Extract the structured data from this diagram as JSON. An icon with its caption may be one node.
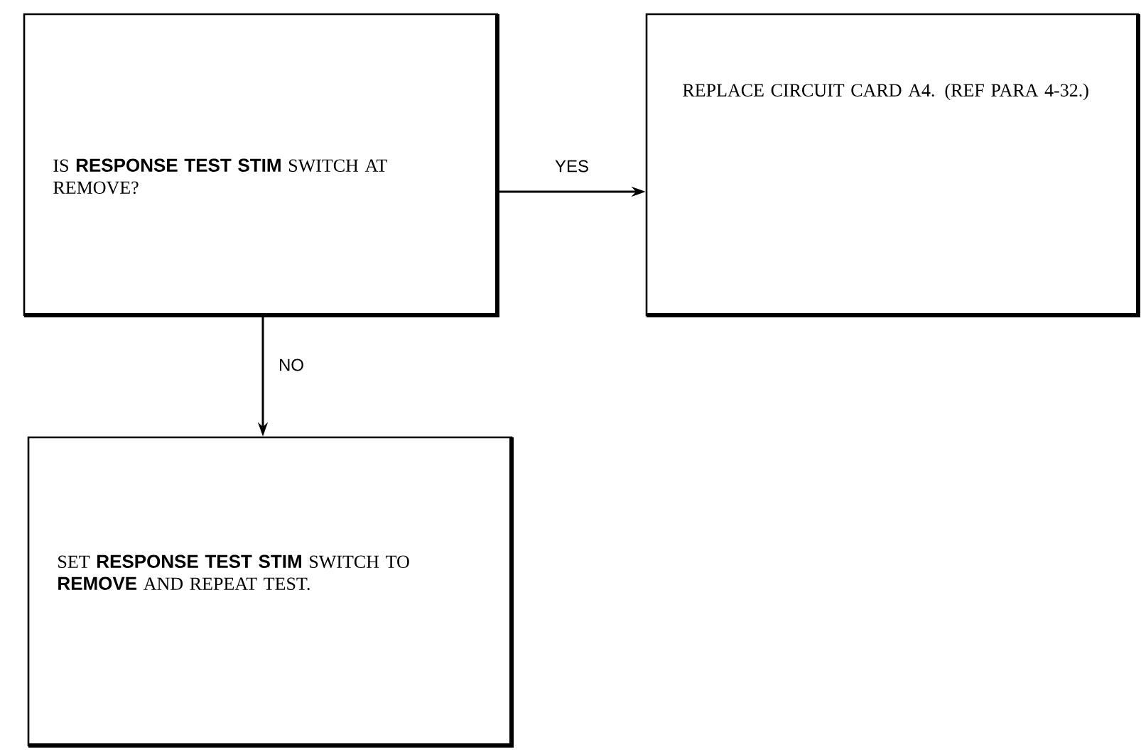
{
  "diagram": {
    "nodes": [
      {
        "text": [
          "IS **RESPONSE TEST STIM** SWITCH AT REMOVE?"
        ]
      },
      {
        "text": [
          "REPLACE CIRCUIT CARD A4. (REF PARA 4-32.)"
        ]
      },
      {
        "text": [
          "SET **RESPONSE TEST STIM** SWITCH TO **REMOVE** AND REPEAT TEST."
        ]
      }
    ],
    "edges": [
      {
        "from": 0,
        "to": 1,
        "arrow": "to",
        "label": "YES"
      },
      {
        "from": 0,
        "to": 2,
        "arrow": "to",
        "label": "NO"
      }
    ]
  }
}
